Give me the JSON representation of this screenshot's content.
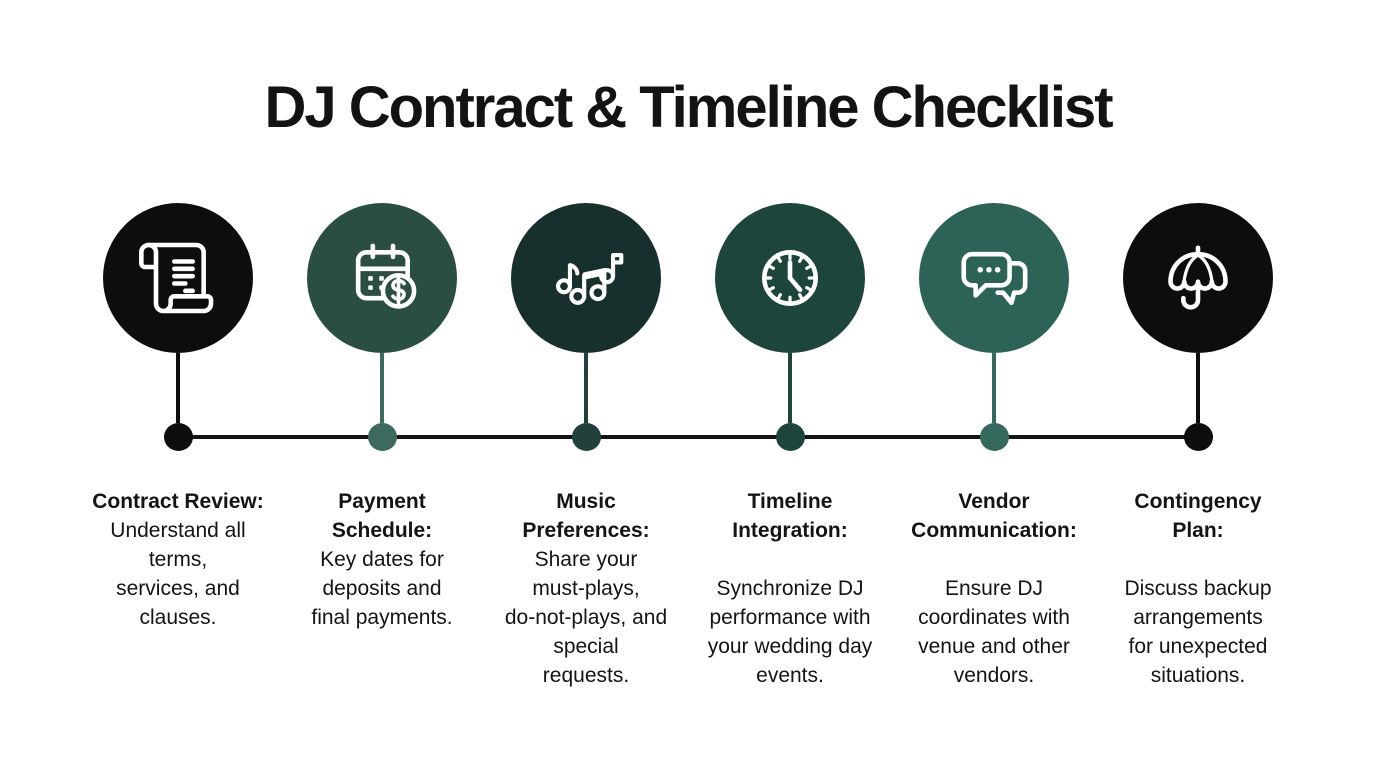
{
  "title": "DJ Contract & Timeline Checklist",
  "colors": {
    "background": "#ffffff",
    "line": "#141414",
    "text": "#141414"
  },
  "steps": [
    {
      "icon": "scroll-contract-icon",
      "circle_color": "#0d0d0d",
      "dot_color": "#0d0d0d",
      "heading": "Contract Review:",
      "description": "Understand all\nterms,\nservices, and\nclauses."
    },
    {
      "icon": "calendar-dollar-icon",
      "circle_color": "#2a4f42",
      "dot_color": "#3c6a5e",
      "heading": "Payment\nSchedule:",
      "description": "Key dates for\ndeposits and\nfinal payments."
    },
    {
      "icon": "music-notes-icon",
      "circle_color": "#18302d",
      "dot_color": "#24403d",
      "heading": "Music\nPreferences:",
      "description": "Share your\nmust-plays,\ndo-not-plays, and\nspecial\nrequests."
    },
    {
      "icon": "clock-icon",
      "circle_color": "#1d453c",
      "dot_color": "#1d453c",
      "heading": "Timeline\nIntegration:",
      "description": "\nSynchronize DJ\nperformance with\nyour wedding day\nevents."
    },
    {
      "icon": "chat-bubbles-icon",
      "circle_color": "#2d6356",
      "dot_color": "#35695d",
      "heading": "Vendor\nCommunication:",
      "description": "\nEnsure DJ\ncoordinates with\nvenue and other\nvendors."
    },
    {
      "icon": "umbrella-icon",
      "circle_color": "#0d0d0d",
      "dot_color": "#0d0d0d",
      "heading": "Contingency\nPlan:",
      "description": "\nDiscuss backup\narrangements\nfor unexpected\nsituations."
    }
  ]
}
